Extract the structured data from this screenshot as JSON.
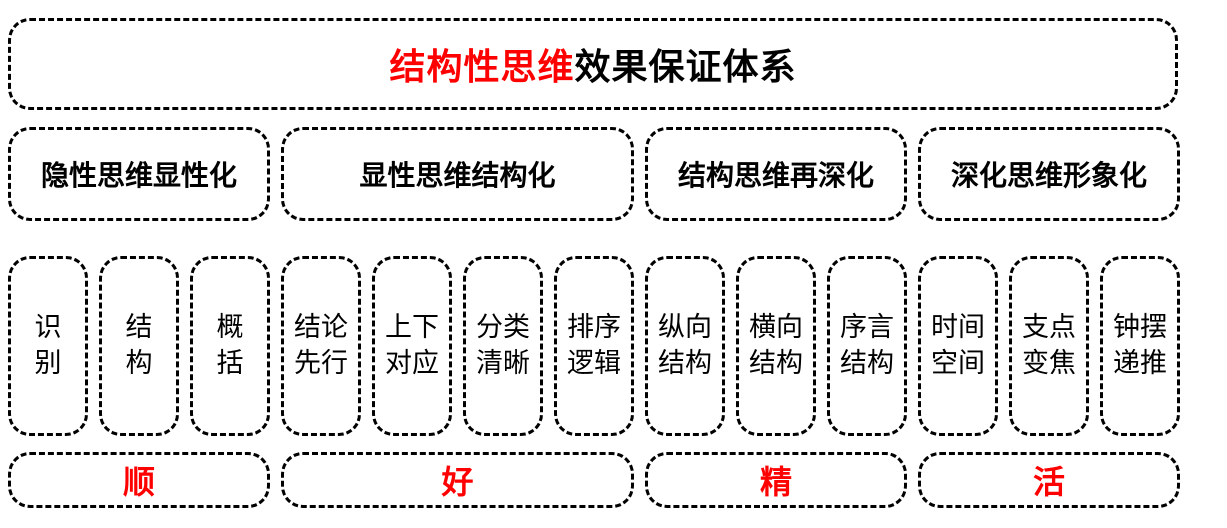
{
  "title": {
    "highlight": "结构性思维",
    "rest": "效果保证体系"
  },
  "categories": [
    "隐性思维显性化",
    "显性思维结构化",
    "结构思维再深化",
    "深化思维形象化"
  ],
  "items": [
    [
      "识",
      "别"
    ],
    [
      "结",
      "构"
    ],
    [
      "概",
      "括"
    ],
    [
      "结论",
      "先行"
    ],
    [
      "上下",
      "对应"
    ],
    [
      "分类",
      "清晰"
    ],
    [
      "排序",
      "逻辑"
    ],
    [
      "纵向",
      "结构"
    ],
    [
      "横向",
      "结构"
    ],
    [
      "序言",
      "结构"
    ],
    [
      "时间",
      "空间"
    ],
    [
      "支点",
      "变焦"
    ],
    [
      "钟摆",
      "递推"
    ]
  ],
  "results": [
    "顺",
    "好",
    "精",
    "活"
  ],
  "colors": {
    "accent": "#ff0000",
    "text": "#000000",
    "border": "#000000"
  }
}
